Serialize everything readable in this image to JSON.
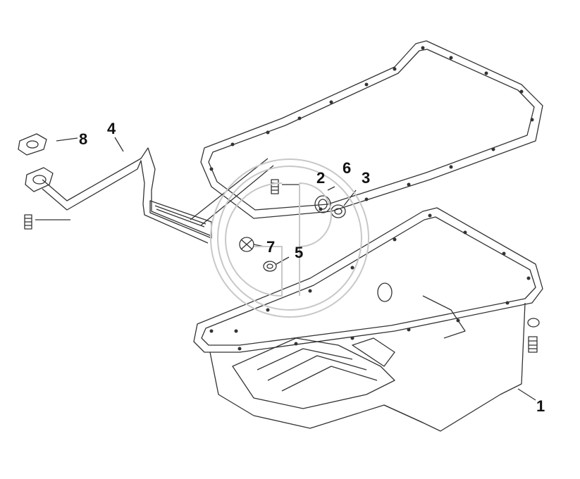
{
  "diagram": {
    "callouts": [
      {
        "id": "oil-pan",
        "label": "1"
      },
      {
        "id": "bolt",
        "label": "2"
      },
      {
        "id": "washer",
        "label": "3"
      },
      {
        "id": "oil-pickup-tube",
        "label": "4"
      },
      {
        "id": "sealing-washer",
        "label": "5"
      },
      {
        "id": "drain-plug",
        "label": "6"
      },
      {
        "id": "magnetic-plug",
        "label": "7"
      },
      {
        "id": "flange-gasket",
        "label": "8"
      }
    ]
  },
  "colors": {
    "line": "#333333",
    "watermark": "#c8c8c8"
  }
}
